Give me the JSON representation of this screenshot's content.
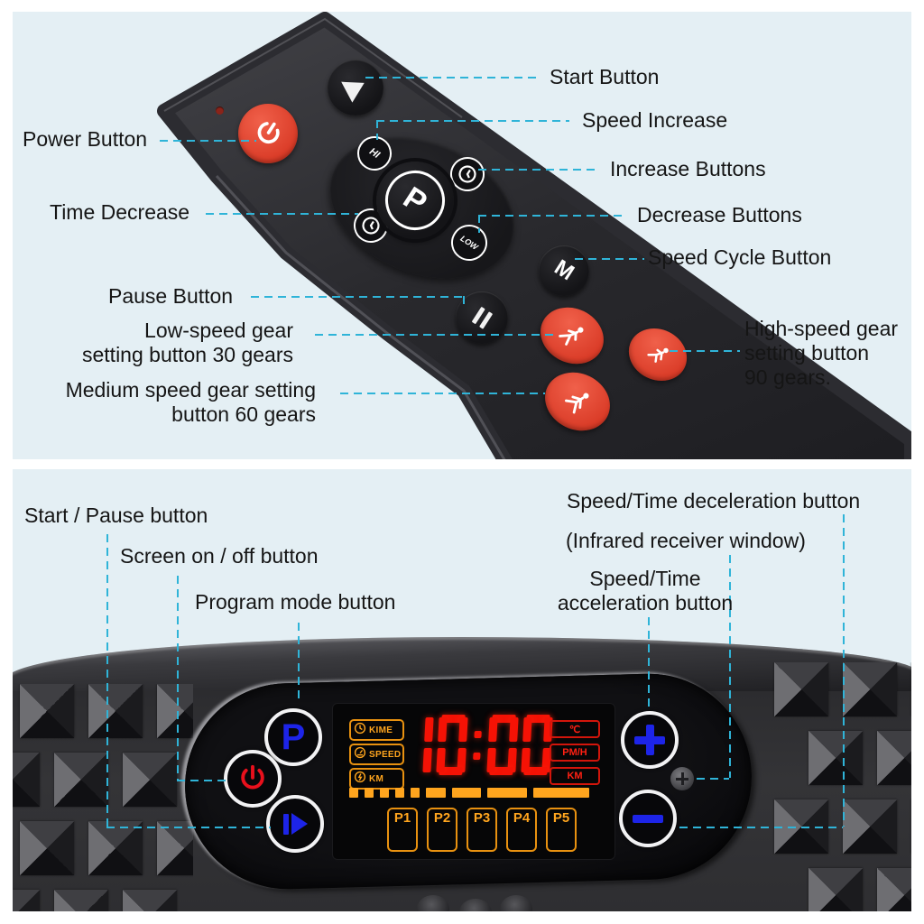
{
  "colors": {
    "accent_leader": "#2fb4d8",
    "section_bg": "#e4eff4",
    "remote_red": "#e2452f",
    "display_orange": "#ffa51e",
    "display_red": "#ff170c",
    "digit_red": "#f51205",
    "panel_blue": "#1d24e8",
    "panel_power_red": "#e8101c"
  },
  "top_section": {
    "labels": {
      "start": "Start Button",
      "speed_increase": "Speed Increase",
      "increase": "Increase Buttons",
      "decrease": "Decrease Buttons",
      "speed_cycle": "Speed Cycle Button",
      "power": "Power Button",
      "time_decrease": "Time Decrease",
      "pause": "Pause Button",
      "low_speed": "Low-speed gear\nsetting button 30 gears",
      "medium_speed": "Medium speed gear setting\nbutton 60 gears",
      "high_speed": "High-speed gear\nsetting button\n90 gears."
    },
    "remote": {
      "mode_label": "M",
      "hi_label": "HI",
      "low_label": "LOW",
      "program_label": "P"
    }
  },
  "bottom_section": {
    "labels": {
      "start_pause": "Start / Pause button",
      "screen_toggle": "Screen on / off button",
      "program_mode": "Program mode button",
      "deceleration": "Speed/Time deceleration button",
      "infrared": "(Infrared receiver window)",
      "acceleration": "Speed/Time\nacceleration button"
    },
    "panel": {
      "program_label": "P"
    },
    "display": {
      "time": "10:00",
      "indicators": [
        {
          "icon": "clock-icon",
          "label": "KIME"
        },
        {
          "icon": "gauge-icon",
          "label": "SPEED"
        },
        {
          "icon": "bolt-icon",
          "label": "KM"
        }
      ],
      "units": [
        "℃",
        "PM/H",
        "KM"
      ],
      "programs": [
        "P1",
        "P2",
        "P3",
        "P4",
        "P5"
      ],
      "progress_segments": 9
    }
  }
}
